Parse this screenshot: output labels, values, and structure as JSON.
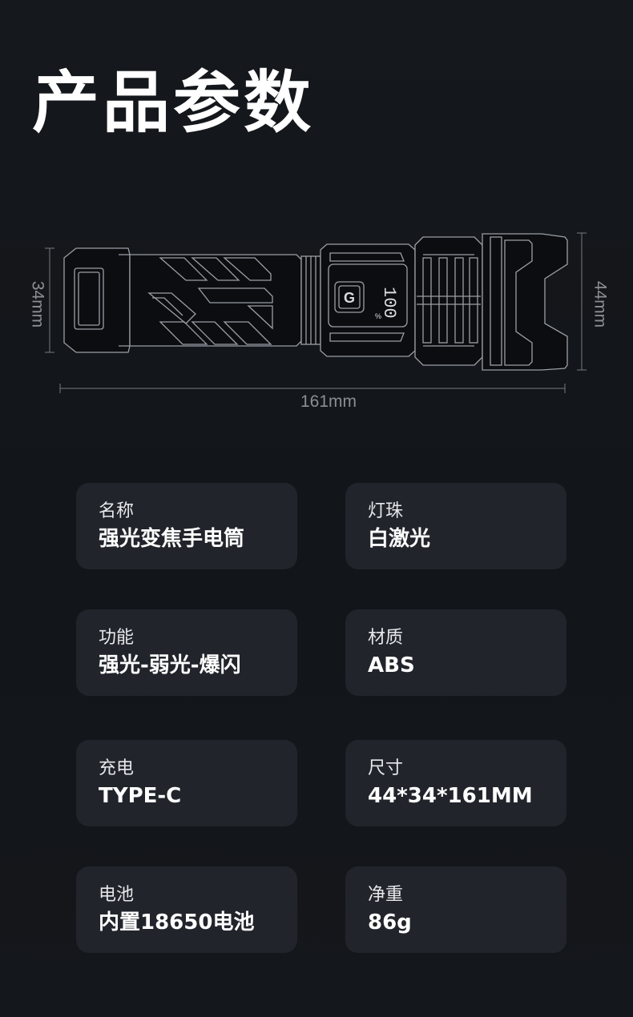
{
  "title": "产品参数",
  "dimensions": {
    "left": "34mm",
    "right": "44mm",
    "length": "161mm"
  },
  "display": {
    "battery_value": "100",
    "battery_unit": "%",
    "logo_letter": "G"
  },
  "specs": [
    {
      "label": "名称",
      "value": "强光变焦手电筒"
    },
    {
      "label": "灯珠",
      "value": "白激光"
    },
    {
      "label": "功能",
      "value": "强光-弱光-爆闪"
    },
    {
      "label": "材质",
      "value": "ABS"
    },
    {
      "label": "充电",
      "value": "TYPE-C"
    },
    {
      "label": "尺寸",
      "value": "44*34*161MM"
    },
    {
      "label": "电池",
      "value": "内置18650电池"
    },
    {
      "label": "净重",
      "value": "86g"
    }
  ]
}
